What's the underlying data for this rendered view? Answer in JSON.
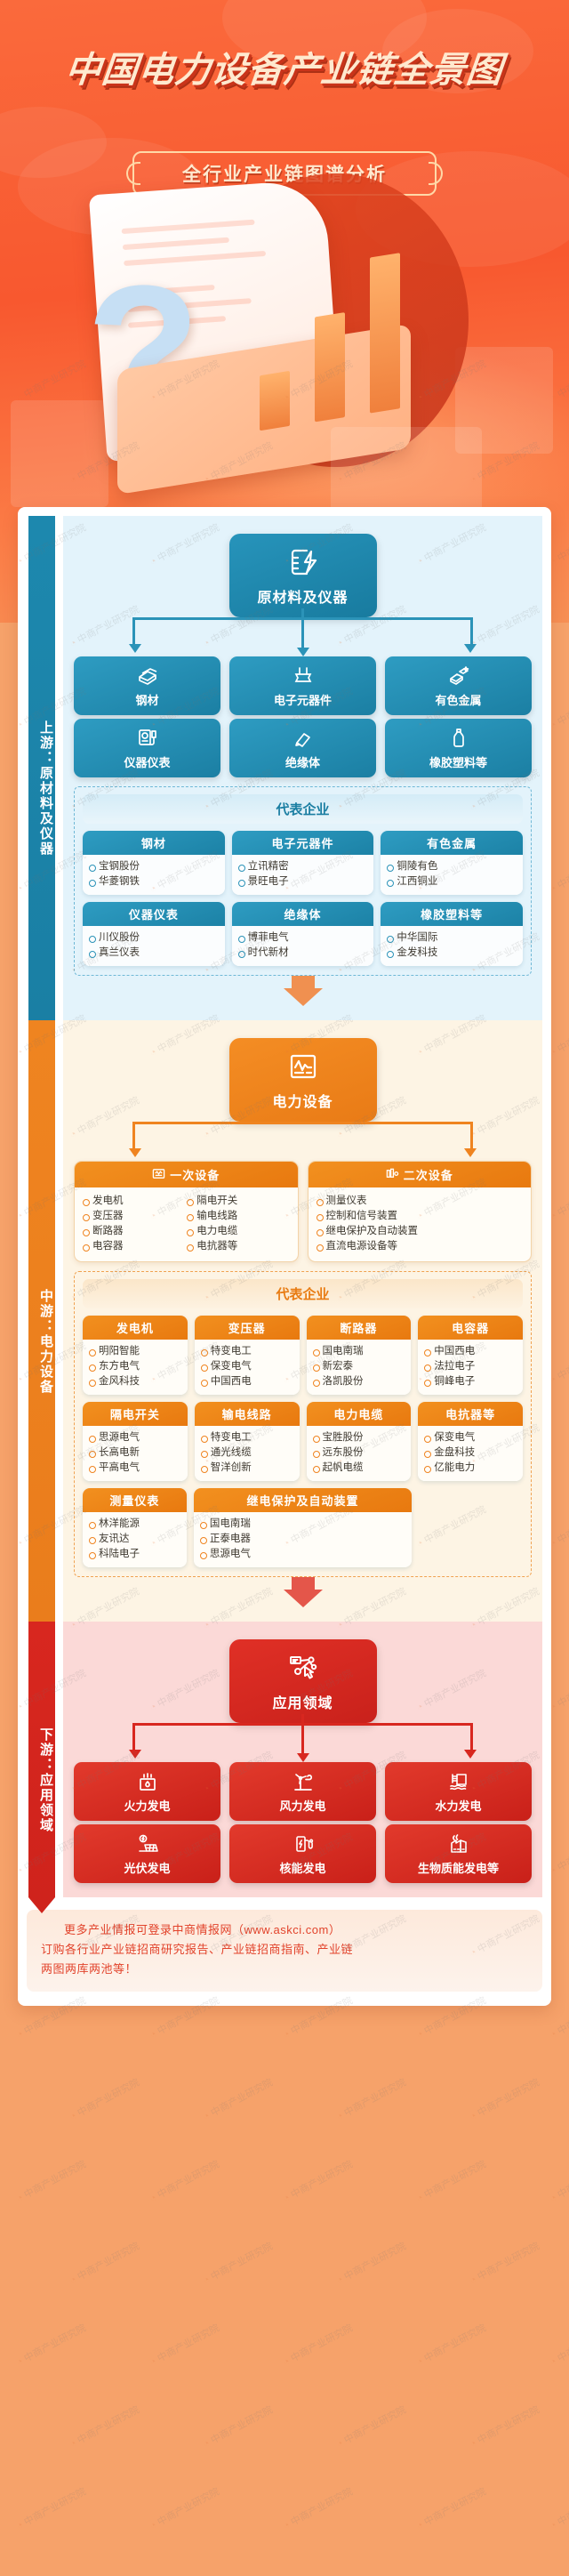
{
  "hero": {
    "title": "中国电力设备产业链全景图",
    "subtitle": "全行业产业链图谱分析"
  },
  "watermark": "中商产业研究院",
  "stages": {
    "upstream": {
      "band_label": "上游：原材料及仪器",
      "node_label": "原材料及仪器",
      "node_icon": "battery-bolt-icon",
      "accent": "#1b7fa3",
      "tiles": [
        {
          "label": "钢材",
          "icon": "steel-plate-icon"
        },
        {
          "label": "电子元器件",
          "icon": "capacitor-icon"
        },
        {
          "label": "有色金属",
          "icon": "metal-ingot-icon"
        },
        {
          "label": "仪器仪表",
          "icon": "meter-icon"
        },
        {
          "label": "绝缘体",
          "icon": "insulator-icon"
        },
        {
          "label": "橡胶塑料等",
          "icon": "plastic-bottle-icon"
        }
      ],
      "companies_caption": "代表企业",
      "companies": [
        {
          "category": "钢材",
          "items": [
            "宝钢股份",
            "华菱钢铁"
          ]
        },
        {
          "category": "电子元器件",
          "items": [
            "立讯精密",
            "景旺电子"
          ]
        },
        {
          "category": "有色金属",
          "items": [
            "铜陵有色",
            "江西铜业"
          ]
        },
        {
          "category": "仪器仪表",
          "items": [
            "川仪股份",
            "真兰仪表"
          ]
        },
        {
          "category": "绝缘体",
          "items": [
            "博菲电气",
            "时代新材"
          ]
        },
        {
          "category": "橡胶塑料等",
          "items": [
            "中华国际",
            "金发科技"
          ]
        }
      ]
    },
    "midstream": {
      "band_label": "中游：电力设备",
      "node_label": "电力设备",
      "node_icon": "monitor-waveform-icon",
      "accent": "#ea7d1c",
      "lists": [
        {
          "title": "一次设备",
          "icon": "primary-equipment-icon",
          "col1": [
            "发电机",
            "变压器",
            "断路器",
            "电容器"
          ],
          "col2": [
            "隔电开关",
            "输电线路",
            "电力电缆",
            "电抗器等"
          ]
        },
        {
          "title": "二次设备",
          "icon": "secondary-equipment-icon",
          "col1": [
            "测量仪表",
            "控制和信号装置",
            "继电保护及自动装置",
            "直流电源设备等"
          ],
          "col2": []
        }
      ],
      "companies_caption": "代表企业",
      "companies": [
        {
          "category": "发电机",
          "items": [
            "明阳智能",
            "东方电气",
            "金风科技"
          ]
        },
        {
          "category": "变压器",
          "items": [
            "特变电工",
            "保变电气",
            "中国西电"
          ]
        },
        {
          "category": "断路器",
          "items": [
            "国电南瑞",
            "新宏泰",
            "洛凯股份"
          ]
        },
        {
          "category": "电容器",
          "items": [
            "中国西电",
            "法拉电子",
            "铜峰电子"
          ]
        },
        {
          "category": "隔电开关",
          "items": [
            "思源电气",
            "长高电新",
            "平高电气"
          ]
        },
        {
          "category": "输电线路",
          "items": [
            "特变电工",
            "通光线缆",
            "智洋创新"
          ]
        },
        {
          "category": "电力电缆",
          "items": [
            "宝胜股份",
            "远东股份",
            "起帆电缆"
          ]
        },
        {
          "category": "电抗器等",
          "items": [
            "保变电气",
            "金盘科技",
            "亿能电力"
          ]
        },
        {
          "category": "测量仪表",
          "items": [
            "林洋能源",
            "友讯达",
            "科陆电子"
          ]
        },
        {
          "category": "继电保护及自动装置",
          "items": [
            "国电南瑞",
            "正泰电器",
            "思源电气"
          ]
        }
      ]
    },
    "downstream": {
      "band_label": "下游：应用领域",
      "node_label": "应用领域",
      "node_icon": "cursor-network-icon",
      "accent": "#cf231c",
      "tiles": [
        {
          "label": "火力发电",
          "icon": "thermal-power-icon"
        },
        {
          "label": "风力发电",
          "icon": "wind-turbine-icon"
        },
        {
          "label": "水力发电",
          "icon": "hydro-dam-icon"
        },
        {
          "label": "光伏发电",
          "icon": "solar-panel-icon"
        },
        {
          "label": "核能发电",
          "icon": "nuclear-charger-icon"
        },
        {
          "label": "生物质能发电等",
          "icon": "biomass-plant-icon"
        }
      ]
    }
  },
  "footer": {
    "line1": "更多产业情报可登录中商情报网（www.askci.com）",
    "line2": "订购各行业产业链招商研究报告、产业链招商指南、产业链",
    "line3": "两图两库两池等！"
  }
}
